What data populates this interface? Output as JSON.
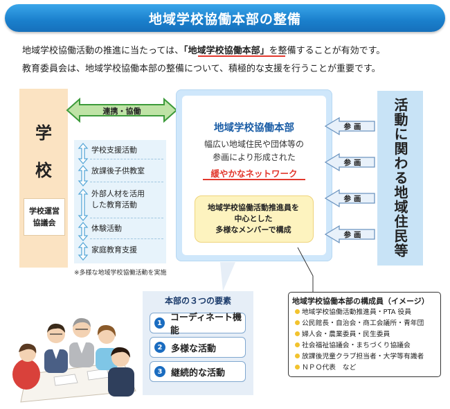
{
  "title": "地域学校協働本部の整備",
  "intro": {
    "line1_a": "地域学校協働活動の推進に当たっては、",
    "line1_b": "「地域学校協働本部」",
    "line1_c": "を整備することが有効です。",
    "line2": "教育委員会は、地域学校協働本部の整備について、積極的な支援を行うことが重要です。"
  },
  "school": {
    "char1": "学",
    "char2": "校",
    "council_line1": "学校運営",
    "council_line2": "協議会"
  },
  "link_label": "連携・協働",
  "activities": [
    {
      "line1": "学校支援活動",
      "line2": ""
    },
    {
      "line1": "放課後子供教室",
      "line2": ""
    },
    {
      "line1": "外部人材を活用",
      "line2": "した教育活動"
    },
    {
      "line1": "体験活動",
      "line2": ""
    },
    {
      "line1": "家庭教育支援",
      "line2": ""
    }
  ],
  "activities_note": "※多様な地域学校協働活動を実施",
  "center": {
    "title": "地域学校協働本部",
    "desc1": "幅広い地域住民や団体等の",
    "desc2": "参画により形成された",
    "network": "緩やかなネットワーク",
    "promoter1": "地域学校協働活動推進員を",
    "promoter2": "中心とした",
    "promoter3": "多様なメンバーで構成"
  },
  "participation_label": "参画",
  "residents": "活動に関わる地域住民等",
  "elements": {
    "title": "本部の３つの要素",
    "items": [
      {
        "num": "1",
        "label": "コーディネート機能"
      },
      {
        "num": "2",
        "label": "多様な活動"
      },
      {
        "num": "3",
        "label": "継続的な活動"
      }
    ]
  },
  "members": {
    "title": "地域学校協働本部の構成員（イメージ）",
    "items": [
      "地域学校協働活動推進員・PTA 役員",
      "公民館長・自治会・商工会議所・青年団",
      "婦人会・農業委員・民生委員",
      "社会福祉協議会・まちづくり協議会",
      "放課後児童クラブ担当者・大学等有識者",
      "ＮＰＯ代表　など"
    ]
  },
  "colors": {
    "title_blue": "#1a7fcc",
    "school_orange": "#fbe3c2",
    "residents_blue": "#c8e3f6",
    "network_red": "#e2382d",
    "promoter_yellow": "#fdf3bf",
    "link_green": "#bfe3a6"
  }
}
